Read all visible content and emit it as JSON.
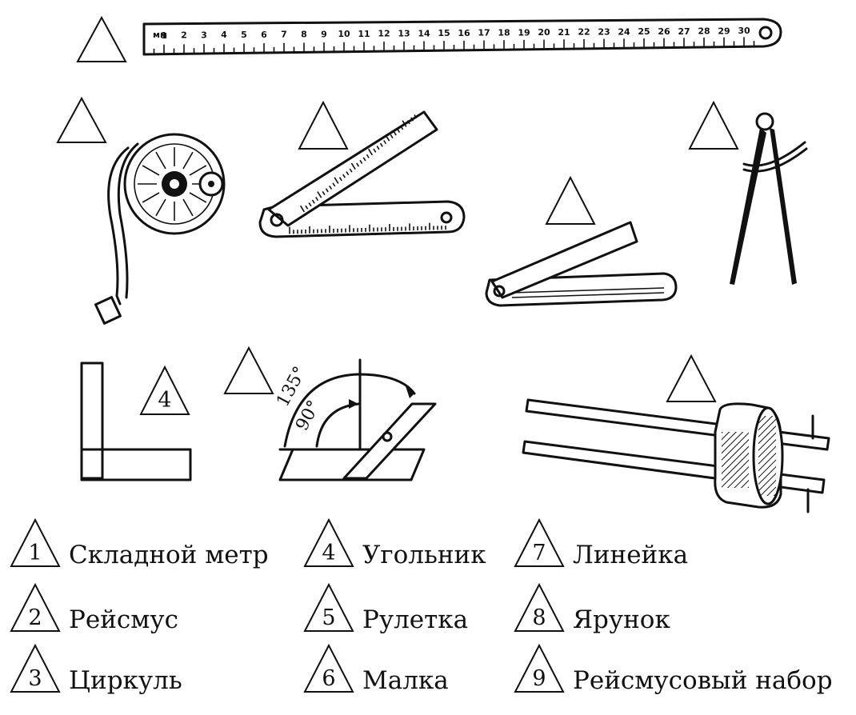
{
  "ruler": {
    "unit_label": "мм",
    "numbers": [
      "1",
      "2",
      "3",
      "4",
      "5",
      "6",
      "7",
      "8",
      "9",
      "10",
      "11",
      "12",
      "13",
      "14",
      "15",
      "16",
      "17",
      "18",
      "19",
      "20",
      "21",
      "22",
      "23",
      "24",
      "25",
      "26",
      "27",
      "28",
      "29",
      "30"
    ]
  },
  "square_label": "4",
  "bevel_angles": {
    "a135": "135°",
    "a90": "90°"
  },
  "legend": [
    {
      "num": "1",
      "label": "Складной метр"
    },
    {
      "num": "2",
      "label": "Рейсмус"
    },
    {
      "num": "3",
      "label": "Циркуль"
    },
    {
      "num": "4",
      "label": "Угольник"
    },
    {
      "num": "5",
      "label": "Рулетка"
    },
    {
      "num": "6",
      "label": "Малка"
    },
    {
      "num": "7",
      "label": "Линейка"
    },
    {
      "num": "8",
      "label": "Ярунок"
    },
    {
      "num": "9",
      "label": "Рейсмусовый набор"
    }
  ]
}
